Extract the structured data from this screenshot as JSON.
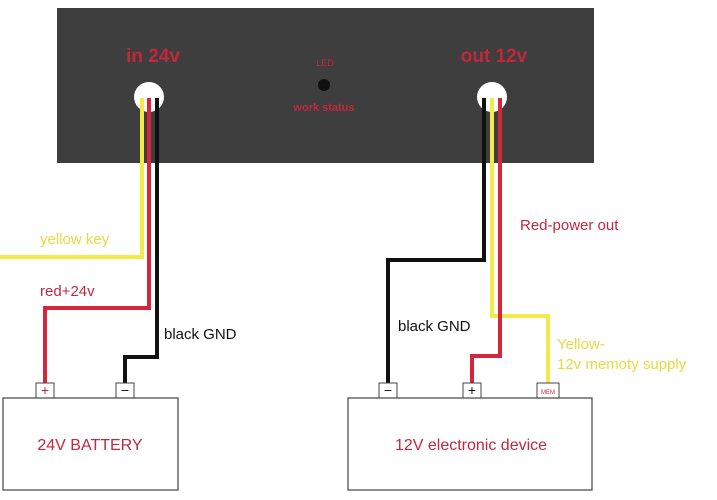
{
  "converter": {
    "in_label": "in 24v",
    "out_label": "out 12v",
    "led_label": "LED",
    "work_status_label": "work status"
  },
  "wires": {
    "yellow_key": "yellow key",
    "red_24v": "red+24v",
    "black_gnd_left": "black  GND",
    "red_power_out": "Red-power out",
    "black_gnd_right": "black  GND",
    "yellow_memory_line1": "Yellow-",
    "yellow_memory_line2": "12v memoty supply"
  },
  "battery": {
    "label": "24V BATTERY",
    "plus": "+",
    "minus": "−"
  },
  "device": {
    "label": "12V electronic device",
    "minus": "−",
    "plus": "+",
    "mem": "MEM"
  },
  "colors": {
    "box": "#3e3e3e",
    "text_red": "#c0283c",
    "wire_red": "#d4263c",
    "wire_yellow": "#f4ea4a",
    "wire_black": "#111111",
    "label_yellow": "#e7da40"
  }
}
